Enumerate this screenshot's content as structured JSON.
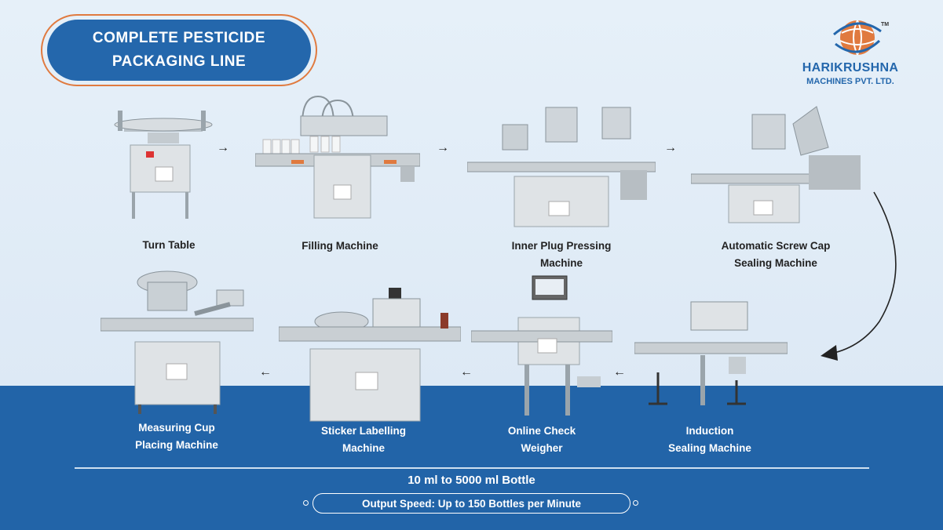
{
  "title": {
    "line1": "COMPLETE PESTICIDE",
    "line2": "PACKAGING LINE"
  },
  "logo": {
    "name": "HARIKRUSHNA",
    "subtitle": "MACHINES PVT. LTD.",
    "trademark": "TM",
    "icon": "globe-logo-icon"
  },
  "machines": [
    {
      "id": "turn-table",
      "label_lines": [
        "Turn Table"
      ]
    },
    {
      "id": "filling-machine",
      "label_lines": [
        "Filling Machine"
      ]
    },
    {
      "id": "inner-plug",
      "label_lines": [
        "Inner Plug Pressing",
        "Machine"
      ]
    },
    {
      "id": "screw-cap",
      "label_lines": [
        "Automatic Screw Cap",
        "Sealing Machine"
      ]
    },
    {
      "id": "induction",
      "label_lines": [
        "Induction",
        "Sealing Machine"
      ]
    },
    {
      "id": "check-weigher",
      "label_lines": [
        "Online Check",
        "Weigher"
      ]
    },
    {
      "id": "sticker-labelling",
      "label_lines": [
        "Sticker Labelling",
        "Machine"
      ]
    },
    {
      "id": "measuring-cup",
      "label_lines": [
        "Measuring Cup",
        "Placing Machine"
      ]
    }
  ],
  "footer": {
    "bottle_range": "10 ml to 5000 ml Bottle",
    "output_speed": "Output Speed: Up to 150 Bottles per Minute"
  },
  "arrows": {
    "right": "→",
    "left": "←"
  },
  "colors": {
    "brand_blue": "#2467ac",
    "accent_orange": "#e07a3f",
    "bottom_band": "#2264a8"
  }
}
